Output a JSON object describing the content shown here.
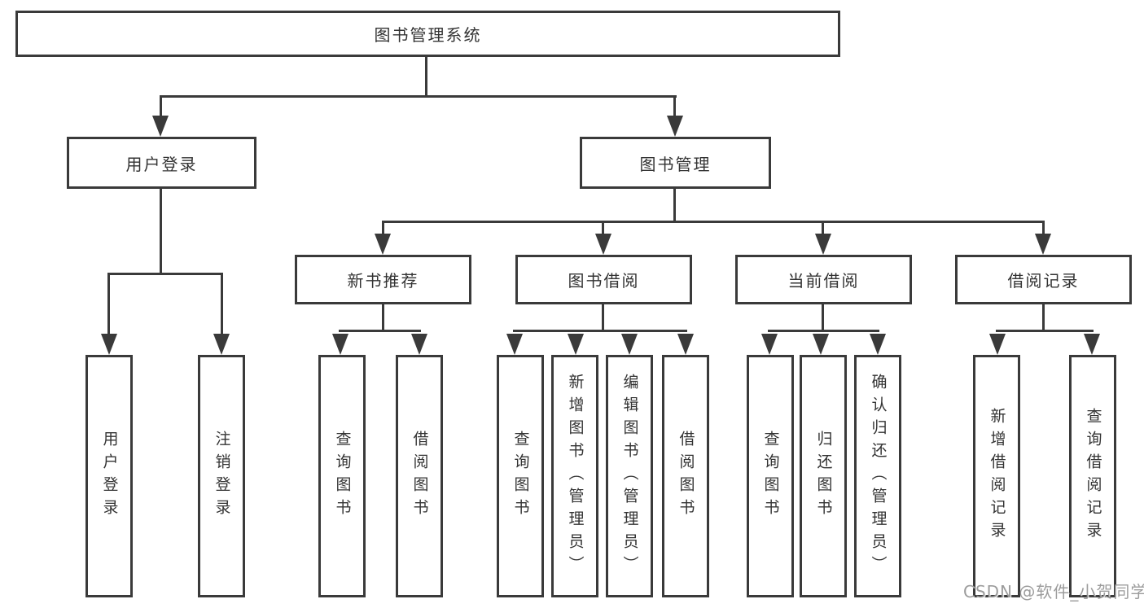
{
  "diagram_type": "hierarchy-tree",
  "colors": {
    "line": "#3a3a3a",
    "text": "#333333",
    "background": "#ffffff",
    "watermark_text_color": "#919191"
  },
  "tree": {
    "root": {
      "label": "图书管理系统"
    },
    "branches": [
      {
        "label": "用户登录",
        "children": [
          {
            "label": "用户登录"
          },
          {
            "label": "注销登录"
          }
        ]
      },
      {
        "label": "图书管理",
        "children": [
          {
            "label": "新书推荐",
            "children": [
              {
                "label": "查询图书"
              },
              {
                "label": "借阅图书"
              }
            ]
          },
          {
            "label": "图书借阅",
            "children": [
              {
                "label": "查询图书"
              },
              {
                "label": "新增图书（管理员）"
              },
              {
                "label": "编辑图书（管理员）"
              },
              {
                "label": "借阅图书"
              }
            ]
          },
          {
            "label": "当前借阅",
            "children": [
              {
                "label": "查询图书"
              },
              {
                "label": "归还图书"
              },
              {
                "label": "确认归还（管理员）"
              }
            ]
          },
          {
            "label": "借阅记录",
            "children": [
              {
                "label": "新增借阅记录"
              },
              {
                "label": "查询借阅记录"
              }
            ]
          }
        ]
      }
    ]
  },
  "watermark": {
    "text": "CSDN @软件_小贺同学"
  }
}
